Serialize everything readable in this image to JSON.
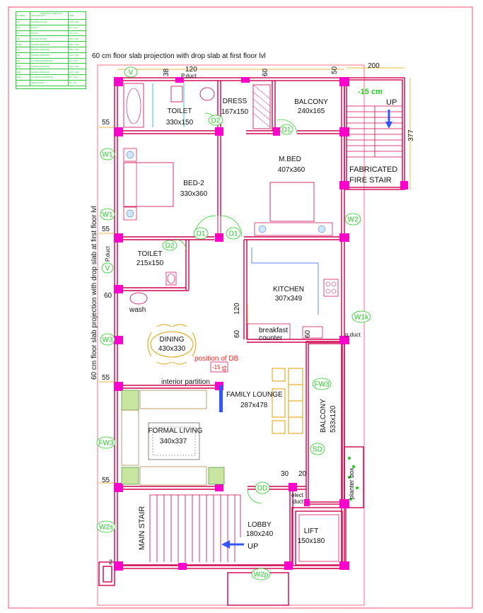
{
  "schedule": {
    "title": "OPENING SCHEDULE",
    "headers": [
      "SYMBOL",
      "DESCRIPTION",
      "SIZE"
    ],
    "rows": [
      [
        "D1",
        "DOUBLE DOOR",
        "120 x 210"
      ],
      [
        "D1",
        "DOOR",
        "90 x 210"
      ],
      [
        "D2",
        "DOOR",
        "75 x 210"
      ],
      [
        "SD",
        "SLIDING DOOR",
        "150 x 210"
      ],
      [
        "FW3",
        "SLIDING WINDOW",
        "180 x 150"
      ],
      [
        "W2",
        "SLIDING WINDOW",
        "180 x 150"
      ],
      [
        "W1",
        "SLIDING WINDOW",
        "120 x 150"
      ],
      [
        "W1",
        "ALUMINIUM WINDOW",
        "60 x 120"
      ],
      [
        "W2s",
        "SLIDING WINDOW",
        "120 x 150"
      ],
      [
        "W2i",
        "SLIDING WINDOW",
        "120 x 120"
      ],
      [
        "W1k",
        "ALUMINIUM WINDOW",
        "60 x 120"
      ],
      [
        "V",
        "VENTILATOR",
        "60 x 45"
      ]
    ]
  },
  "notes": {
    "top_projection": "60 cm floor slab projection with drop slab at first floor lvl",
    "side_projection": "60 cm floor slab projection  with  drop slab at first floor lvl",
    "position_db": "position of DB",
    "interior_partition": "interior partition"
  },
  "rooms": {
    "toilet1": {
      "name": "TOILET",
      "size": "330x150"
    },
    "dress": {
      "name": "DRESS",
      "size": "167x150"
    },
    "balcony_top": {
      "name": "BALCONY",
      "size": "240x165"
    },
    "bed2": {
      "name": "BED-2",
      "size": "330x360"
    },
    "mbed": {
      "name": "M.BED",
      "size": "407x360"
    },
    "fire_stair": {
      "name1": "FABRICATED",
      "name2": "FIRE  STAIR",
      "level": "-15 cm",
      "up": "UP"
    },
    "toilet2": {
      "name": "TOILET",
      "size": "215x150"
    },
    "kitchen": {
      "name": "KITCHEN",
      "size": "307x349"
    },
    "wash": {
      "name": "wash"
    },
    "breakfast": {
      "name1": "breakfast",
      "name2": "counter"
    },
    "dining": {
      "name": "DINING",
      "size": "430x330"
    },
    "family": {
      "name": "FAMILY LOUNGE",
      "size": "287x478"
    },
    "balcony_side": {
      "name": "BALCONY",
      "size": "533x120"
    },
    "formal": {
      "name": "FORMAL LIVING",
      "size": "340x337"
    },
    "planter": {
      "name": "planter box"
    },
    "main_stair": {
      "name": "MAIN STAIR"
    },
    "lobby": {
      "name": "LOBBY",
      "size": "180x240",
      "up": "UP"
    },
    "lift": {
      "name": "LIFT",
      "size": "150x180"
    },
    "elect_duct": {
      "name1": "elect",
      "name2": "duct"
    },
    "pduct_top": {
      "name": "P.duct"
    },
    "pduct_left": {
      "name": "P.duct"
    },
    "pduct_right": {
      "name": "p.duct"
    }
  },
  "dims": {
    "d200": "200",
    "d377": "377",
    "d120_top": "120",
    "d38": "38",
    "d60_top": "60",
    "d50": "50",
    "d55_a": "55",
    "d55_b": "55",
    "d60_left": "60",
    "d55_c": "55",
    "d55_d": "55",
    "d120_k": "120",
    "d60_k": "60",
    "d60_b": "60",
    "d15": "-15",
    "d45": "45",
    "d30": "30",
    "d20": "20",
    "d2": "2"
  },
  "tags": {
    "V_top": "V",
    "D2_a": "D2",
    "D1_bal": "D1",
    "W1_a": "W1",
    "W1_b": "W1",
    "W2": "W2",
    "D1_l": "D1",
    "D1_r": "D1",
    "D2_b": "D2",
    "V_left": "V",
    "W3": "W3",
    "W1k": "W1k",
    "FW3_r": "FW3",
    "SD": "SD",
    "FW3_l": "FW3",
    "DD": "DD",
    "W2s": "W2s",
    "W2p": "W2p"
  },
  "colors": {
    "wall": "#e0005a",
    "fill": "#ff00cc",
    "dim": "#e0a000",
    "green": "#22cc22",
    "blue": "#3355ff",
    "red": "#ff2222"
  }
}
